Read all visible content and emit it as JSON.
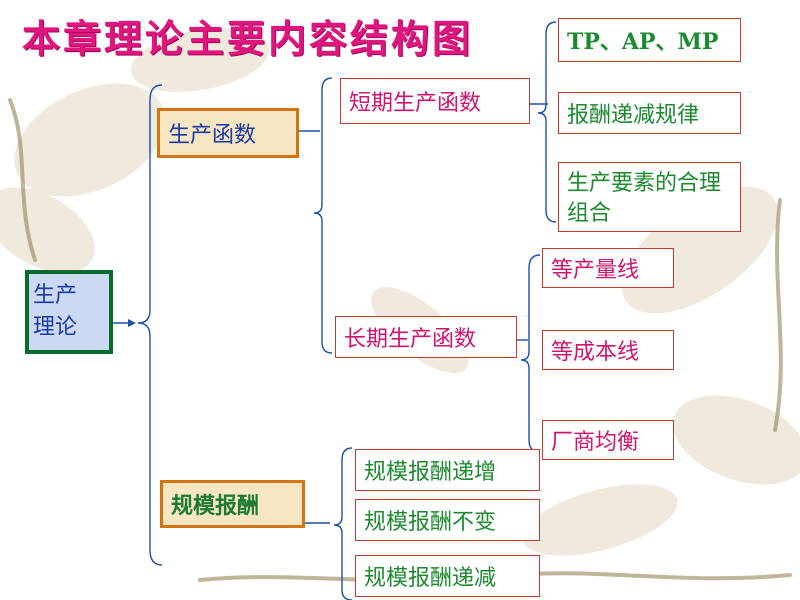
{
  "title": "本章理论主要内容结构图",
  "root": {
    "line1": "生产",
    "line2": "理论"
  },
  "production_function": {
    "label": "生产函数",
    "short_run": {
      "label": "短期生产函数",
      "items": [
        "TP、AP、MP",
        "报酬递减规律",
        "生产要素的合理组合"
      ]
    },
    "long_run": {
      "label": "长期生产函数",
      "items": [
        "等产量线",
        "等成本线",
        "厂商均衡"
      ]
    }
  },
  "returns_to_scale": {
    "label": "规模报酬",
    "items": [
      "规模报酬递增",
      "规模报酬不变",
      "规模报酬递减"
    ]
  },
  "colors": {
    "title": "#e0167f",
    "root_border": "#0b6b2e",
    "root_fill": "#ccd9f2",
    "level1_border": "#d2750e",
    "level1_fill": "#f7e6c2",
    "box_border": "#c23b2e",
    "connector": "#1f4fa8"
  }
}
